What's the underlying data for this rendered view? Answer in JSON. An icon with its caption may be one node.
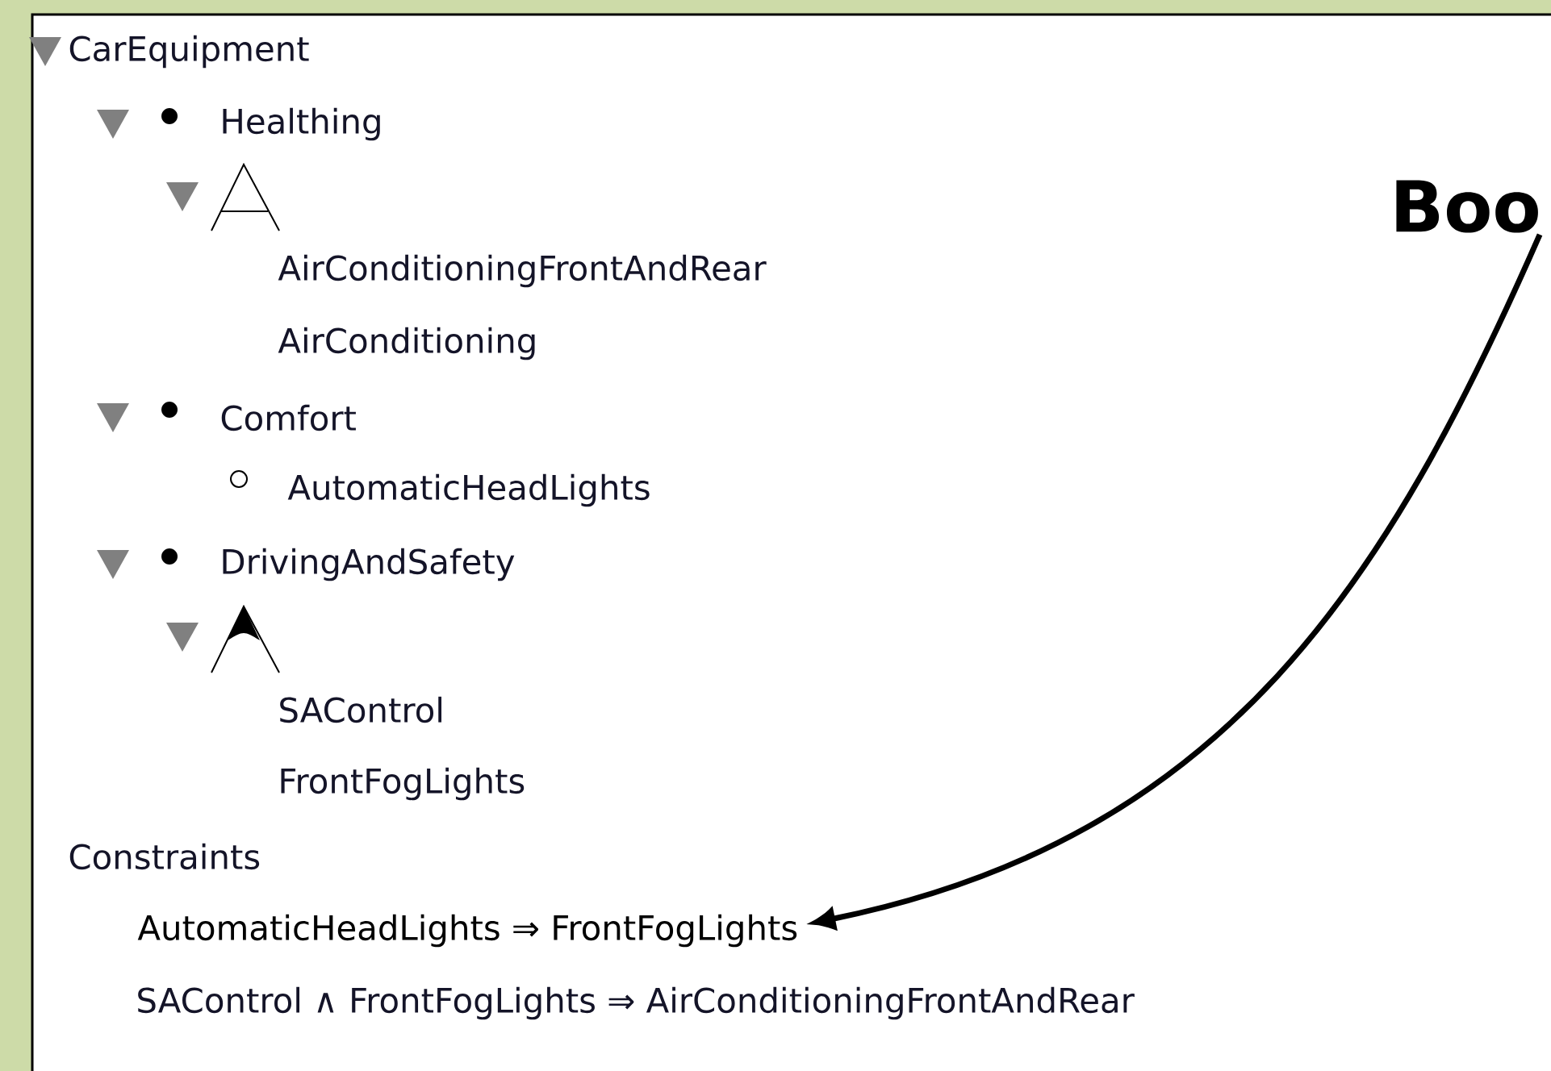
{
  "diagram": {
    "nodes": [
      {
        "text": [
          "Boo"
        ]
      },
      {
        "text": [
          "AutomaticHeadLights ⇒ FrontFogLights"
        ]
      }
    ],
    "edges": [
      {
        "from": 0,
        "to": 1,
        "arrow": "to"
      }
    ],
    "labels": [
      "CarEquipment",
      "Healthing",
      "AirConditioningFrontAndRear",
      "AirConditioning",
      "Comfort",
      "AutomaticHeadLights",
      "DrivingAndSafety",
      "SAControl",
      "FrontFogLights",
      "Constraints",
      "SAControl ∧ FrontFogLights ⇒ AirConditioningFrontAndRear"
    ]
  }
}
